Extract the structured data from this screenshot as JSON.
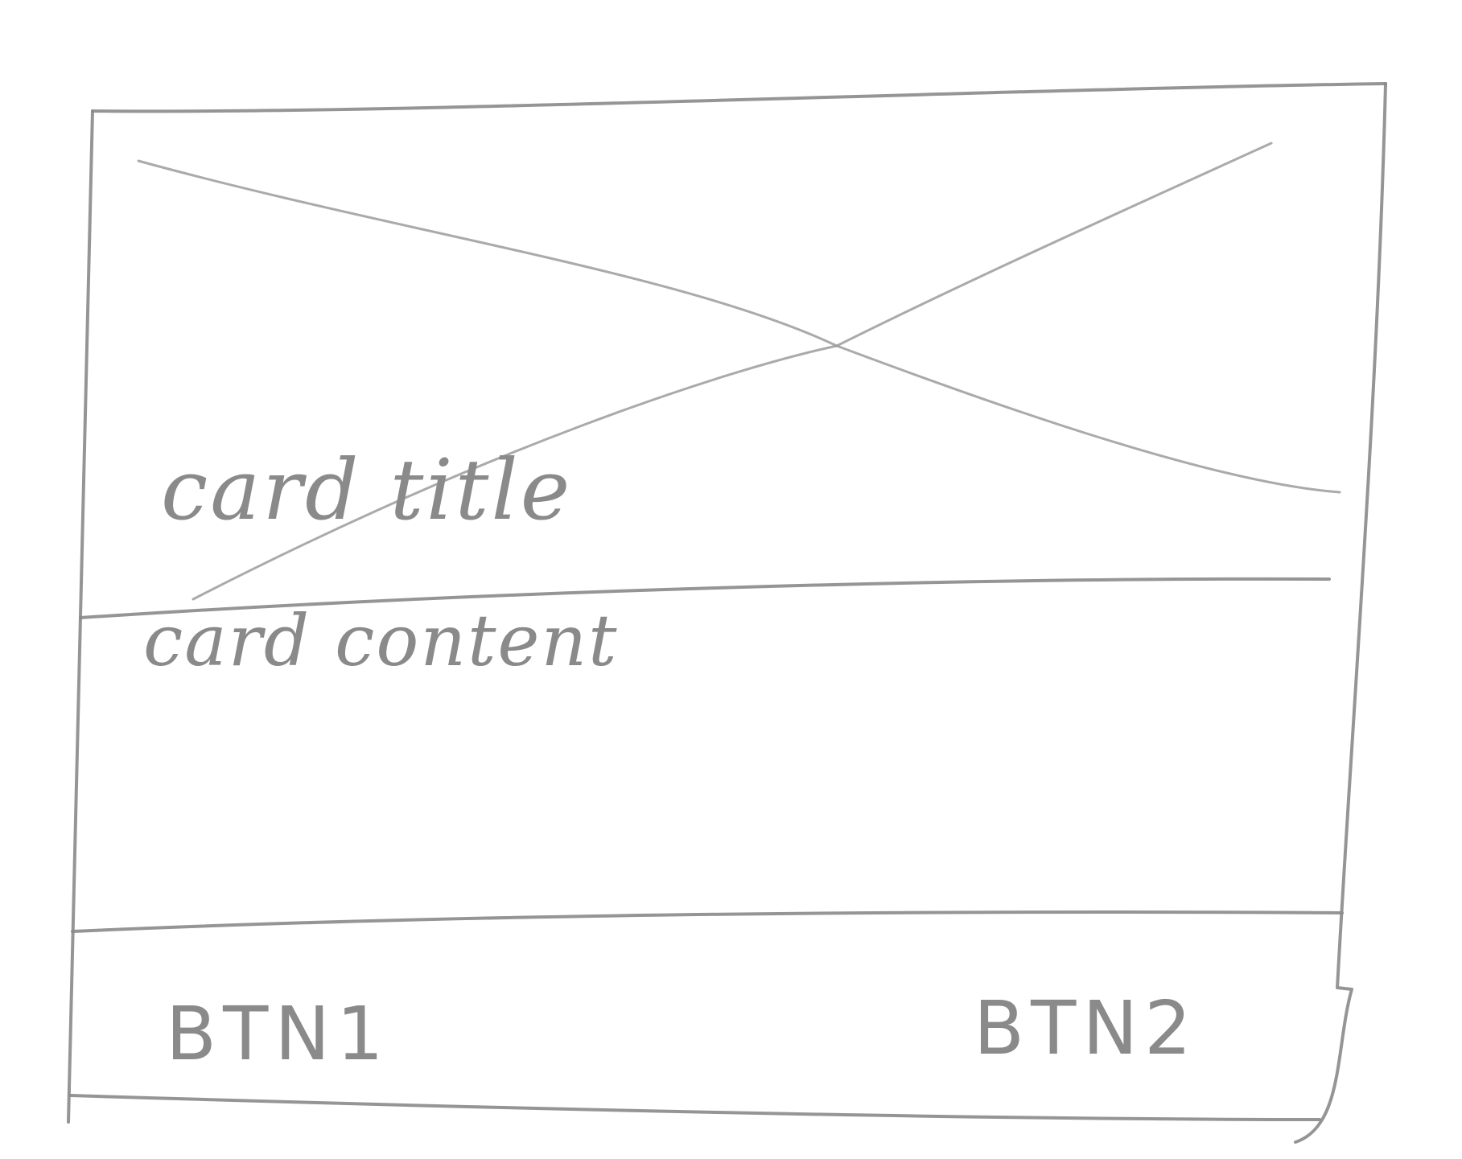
{
  "card": {
    "title": "card title",
    "content": "card content",
    "buttons": {
      "btn1_label": "BTN1",
      "btn2_label": "BTN2"
    },
    "image_placeholder": "crossed-box-image-placeholder"
  },
  "colors": {
    "pencil": "#8a8a8a",
    "paper": "#ffffff"
  }
}
